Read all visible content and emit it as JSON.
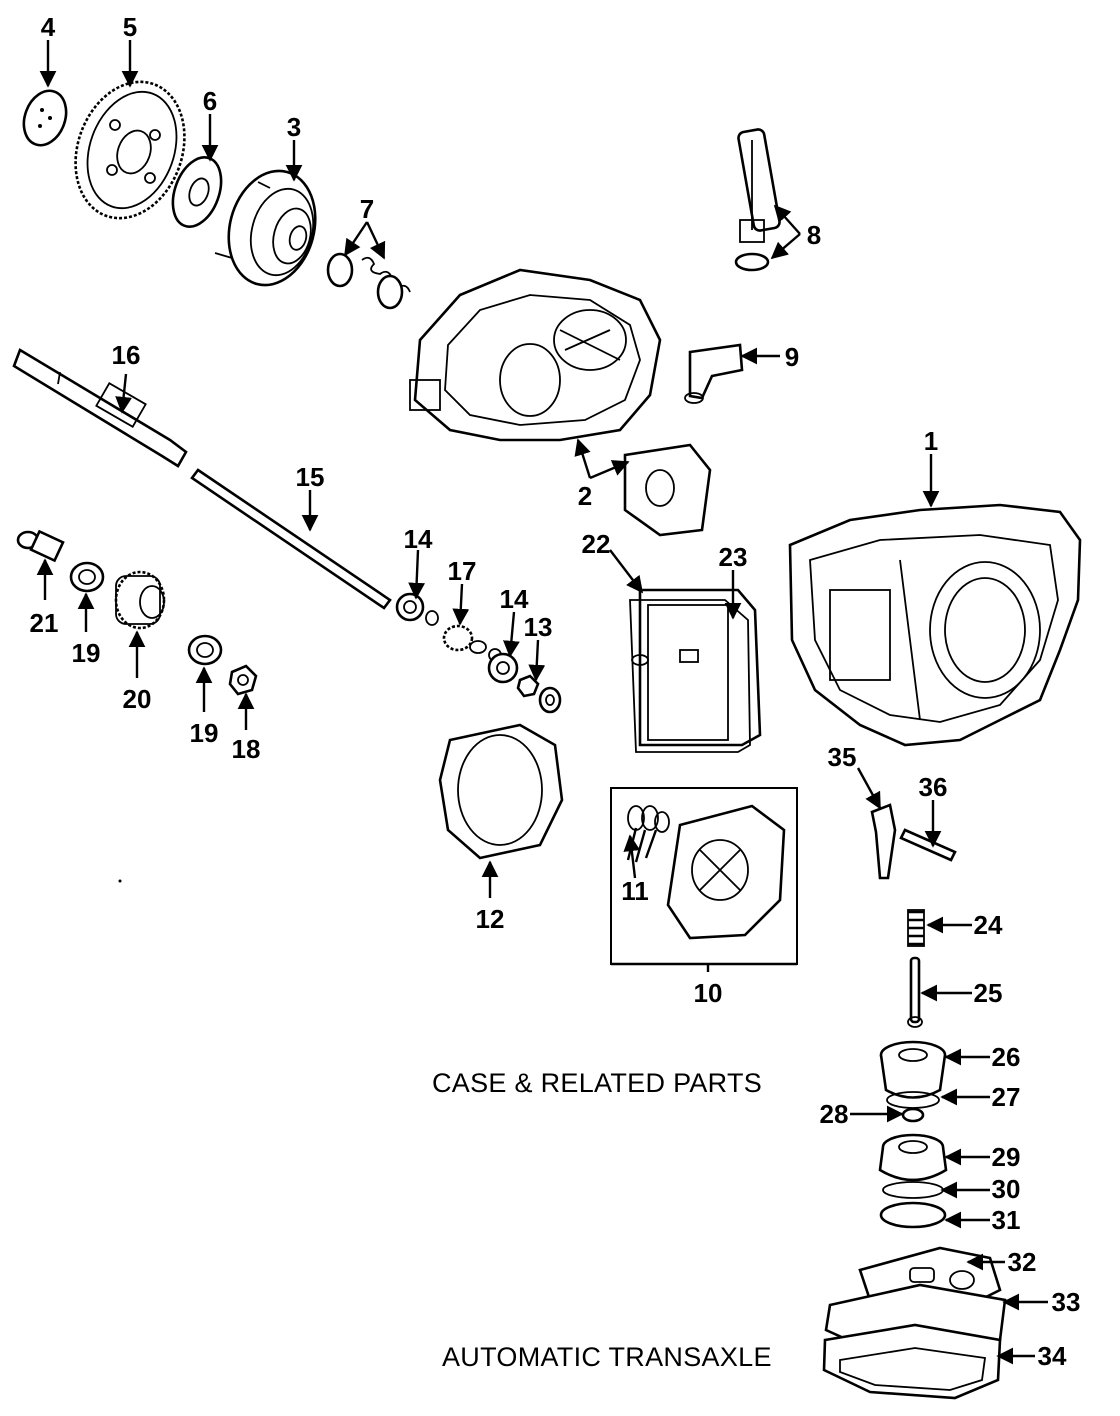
{
  "captions": {
    "section": "CASE & RELATED PARTS",
    "model": "AUTOMATIC TRANSAXLE"
  },
  "callouts": [
    "1",
    "2",
    "3",
    "4",
    "5",
    "6",
    "7",
    "8",
    "9",
    "10",
    "11",
    "12",
    "13",
    "14",
    "14",
    "15",
    "16",
    "17",
    "18",
    "19",
    "19",
    "20",
    "21",
    "22",
    "23",
    "24",
    "25",
    "26",
    "27",
    "28",
    "29",
    "30",
    "31",
    "32",
    "33",
    "34",
    "35",
    "36"
  ]
}
